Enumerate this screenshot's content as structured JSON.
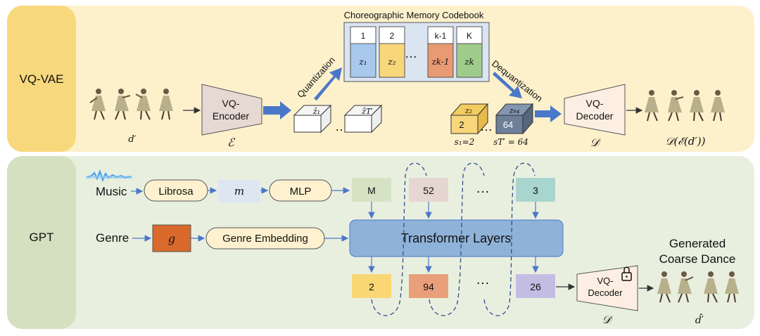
{
  "vqvae": {
    "label": "VQ-VAE",
    "encoder_label_1": "VQ-",
    "encoder_label_2": "Encoder",
    "encoder_symbol": "ℰ",
    "decoder_label_1": "VQ-",
    "decoder_label_2": "Decoder",
    "decoder_symbol": "𝒟",
    "input_label": "d′",
    "output_label": "𝒟(ℰ(d′))",
    "quantization": "Quantization",
    "dequantization": "Dequantization",
    "z_hat_1": "ẑ₁",
    "z_hat_T": "ẑT′",
    "z_2_label": "z₂",
    "z_2_value": "2",
    "z_64_label": "z₆₄",
    "z_64_value": "64",
    "s1_label": "s₁=2",
    "sT_label": "sT′ = 64"
  },
  "codebook": {
    "title": "Choreographic Memory Codebook",
    "entries": [
      {
        "index": "1",
        "code": "z₁",
        "color": "#a8c8ec"
      },
      {
        "index": "2",
        "code": "z₂",
        "color": "#f8d77a"
      },
      {
        "index": "k-1",
        "code": "zk-1",
        "color": "#e89a72"
      },
      {
        "index": "K",
        "code": "zk",
        "color": "#9fcc8a"
      }
    ],
    "ellipsis": "…"
  },
  "gpt": {
    "label": "GPT",
    "music_label": "Music",
    "genre_label": "Genre",
    "librosa": "Librosa",
    "m_symbol": "m",
    "mlp": "MLP",
    "g_symbol": "g",
    "genre_embedding": "Genre Embedding",
    "transformer": "Transformer Layers",
    "input_tokens": [
      {
        "value": "M",
        "color": "#d5e3c4"
      },
      {
        "value": "52",
        "color": "#e6d6d1"
      },
      {
        "value": "3",
        "color": "#a9d5cf"
      }
    ],
    "output_tokens": [
      {
        "value": "2",
        "color": "#f9d774"
      },
      {
        "value": "94",
        "color": "#e9a07a"
      },
      {
        "value": "26",
        "color": "#c4bde3"
      }
    ],
    "ellipsis": "…",
    "decoder_label_1": "VQ-",
    "decoder_label_2": "Decoder",
    "decoder_symbol": "𝒟",
    "generated_title_1": "Generated",
    "generated_title_2": "Coarse Dance",
    "output_label": "d̂′"
  },
  "colors": {
    "vqvae_band": "#fdf1cc",
    "vqvae_label_bg": "#f8d87c",
    "gpt_band": "#e9efdf",
    "gpt_label_bg": "#d4e0bf",
    "coder_fill": "#e6d8d2",
    "decoder_fill": "#fdeee3",
    "arrow_blue": "#4a78c8",
    "transformer_fill": "#8fb2d8",
    "pill_fill": "#fdf1cf",
    "g_fill": "#d96a2c",
    "m_fill": "#dfe6f3"
  }
}
